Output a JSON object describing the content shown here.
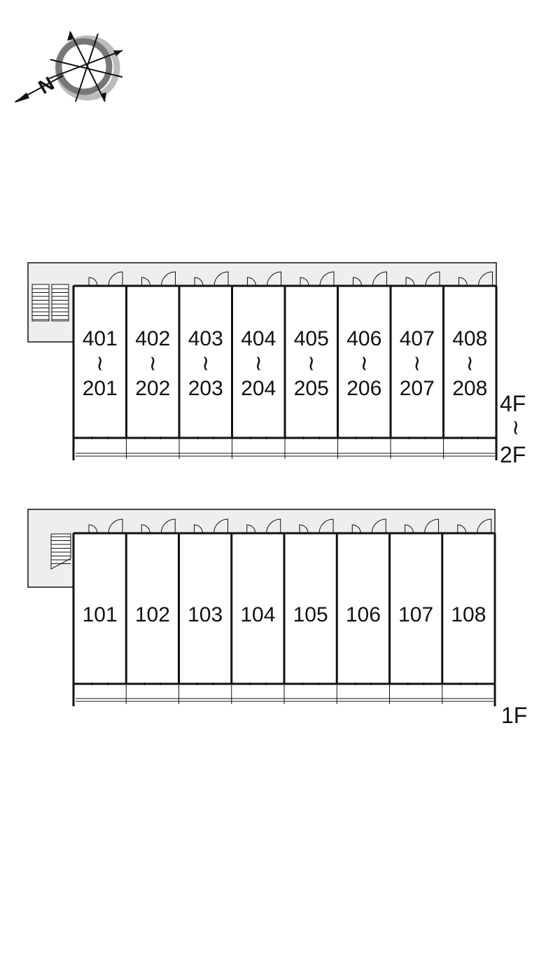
{
  "compass": {
    "north_label": "N",
    "icon": "compass-icon"
  },
  "upper_block": {
    "units_top": [
      "401",
      "402",
      "403",
      "404",
      "405",
      "406",
      "407",
      "408"
    ],
    "units_bottom": [
      "201",
      "202",
      "203",
      "204",
      "205",
      "206",
      "207",
      "208"
    ],
    "range_mark": "~",
    "floor_top": "4F",
    "floor_mark": "~",
    "floor_bottom": "2F"
  },
  "lower_block": {
    "units": [
      "101",
      "102",
      "103",
      "104",
      "105",
      "106",
      "107",
      "108"
    ],
    "floor": "1F"
  },
  "colors": {
    "line": "#111111",
    "corridor_fill": "#eeeeee",
    "compass_dark": "#777777",
    "compass_light": "#bbbbbb"
  }
}
